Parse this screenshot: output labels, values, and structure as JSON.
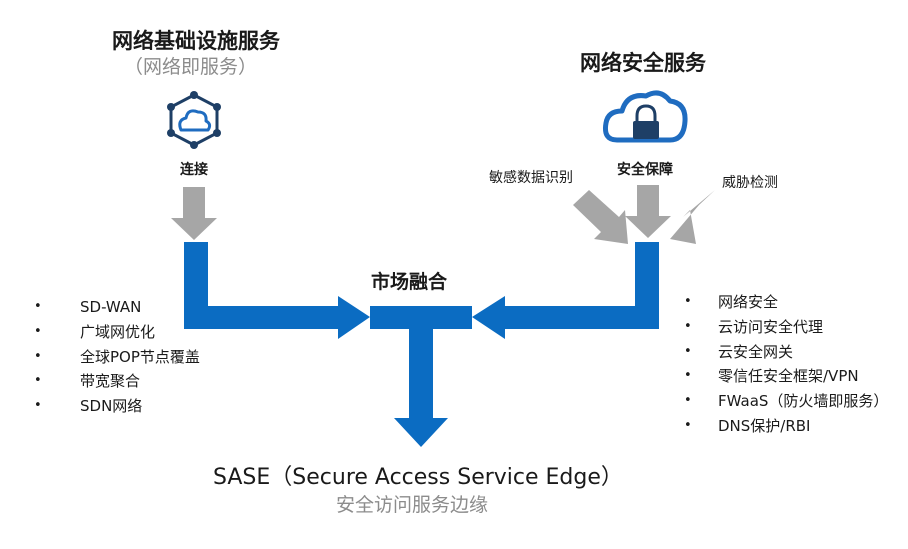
{
  "colors": {
    "flow_blue": "#0b6cc2",
    "arrow_gray": "#a6a6a6",
    "icon_navy": "#1e3f66"
  },
  "left": {
    "title": "网络基础设施服务",
    "subtitle": "（网络即服务）",
    "icon": "cloud-network-icon",
    "node_label": "连接",
    "items": [
      "SD-WAN",
      "广域网优化",
      "全球POP节点覆盖",
      "带宽聚合",
      "SDN网络"
    ]
  },
  "right": {
    "title": "网络安全服务",
    "icon": "cloud-lock-icon",
    "node_label": "安全保障",
    "side_left": "敏感数据识别",
    "side_right": "威胁检测",
    "items": [
      "网络安全",
      "云访问安全代理",
      "云安全网关",
      "零信任安全框架/VPN",
      "FWaaS（防火墙即服务）",
      "DNS保护/RBI"
    ]
  },
  "center": {
    "label": "市场融合"
  },
  "bottom": {
    "title": "SASE（Secure Access Service Edge）",
    "subtitle": "安全访问服务边缘"
  }
}
